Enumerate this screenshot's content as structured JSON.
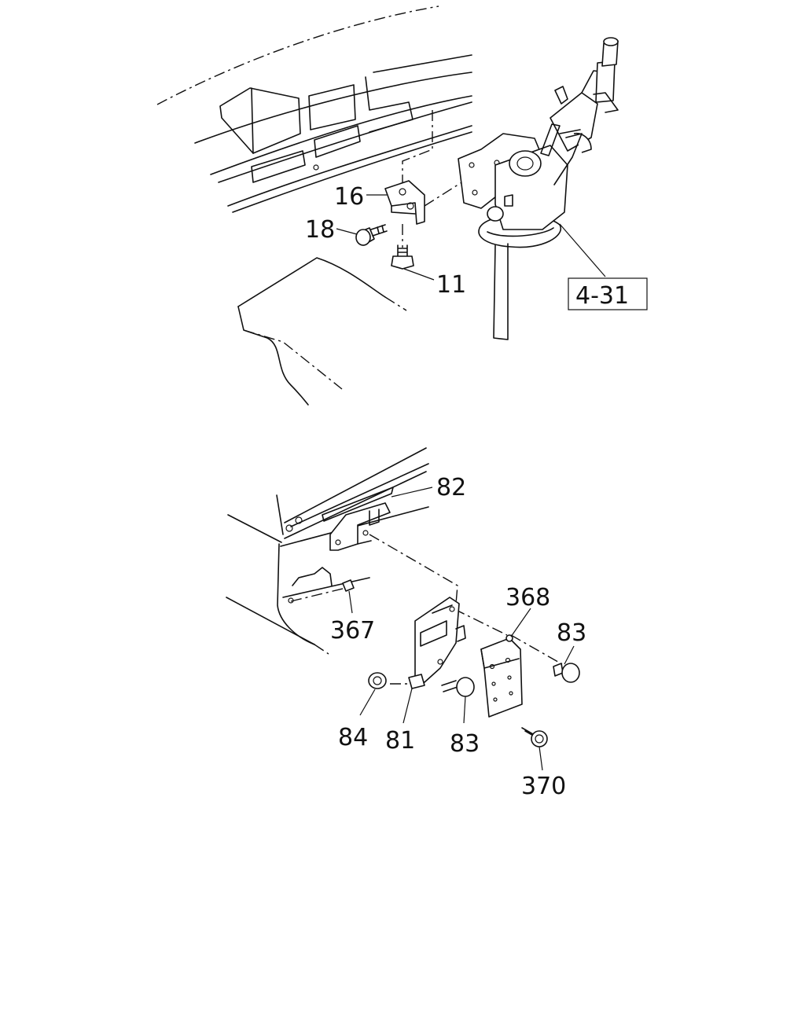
{
  "callouts": {
    "c16": "16",
    "c18": "18",
    "c11": "11",
    "c431": "4-31",
    "c82": "82",
    "c367": "367",
    "c368": "368",
    "c83a": "83",
    "c84": "84",
    "c81": "81",
    "c83b": "83",
    "c370": "370"
  }
}
